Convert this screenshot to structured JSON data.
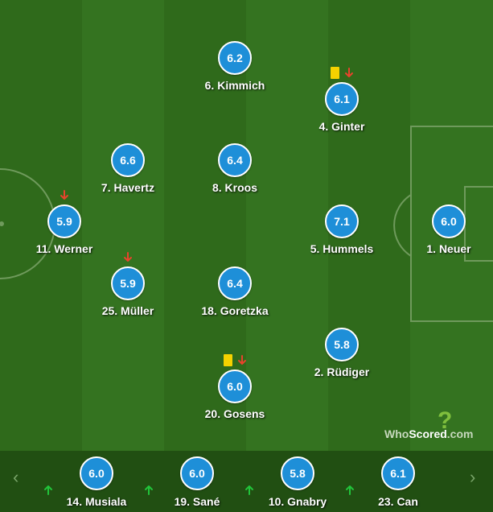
{
  "colors": {
    "pitch_dark": "#2f6a1b",
    "pitch_light": "#347320",
    "rating_bubble": "#1e8fd8",
    "yellow_card": "#f5d200",
    "sub_off_arrow": "#e8432c",
    "sub_on_arrow": "#21c43a",
    "bench_bg": "#214f12"
  },
  "players": [
    {
      "name": "6. Kimmich",
      "rating": "6.2",
      "yellow_card": false,
      "subbed_off": false
    },
    {
      "name": "4. Ginter",
      "rating": "6.1",
      "yellow_card": true,
      "subbed_off": true
    },
    {
      "name": "7. Havertz",
      "rating": "6.6",
      "yellow_card": false,
      "subbed_off": false
    },
    {
      "name": "8. Kroos",
      "rating": "6.4",
      "yellow_card": false,
      "subbed_off": false
    },
    {
      "name": "11. Werner",
      "rating": "5.9",
      "yellow_card": false,
      "subbed_off": true
    },
    {
      "name": "5. Hummels",
      "rating": "7.1",
      "yellow_card": false,
      "subbed_off": false
    },
    {
      "name": "1. Neuer",
      "rating": "6.0",
      "yellow_card": false,
      "subbed_off": false
    },
    {
      "name": "25. Müller",
      "rating": "5.9",
      "yellow_card": false,
      "subbed_off": true
    },
    {
      "name": "18. Goretzka",
      "rating": "6.4",
      "yellow_card": false,
      "subbed_off": false
    },
    {
      "name": "2. Rüdiger",
      "rating": "5.8",
      "yellow_card": false,
      "subbed_off": false
    },
    {
      "name": "20. Gosens",
      "rating": "6.0",
      "yellow_card": true,
      "subbed_off": true
    }
  ],
  "substitutes": [
    {
      "name": "14. Musiala",
      "rating": "6.0"
    },
    {
      "name": "19. Sané",
      "rating": "6.0"
    },
    {
      "name": "10. Gnabry",
      "rating": "5.8"
    },
    {
      "name": "23. Can",
      "rating": "6.1"
    }
  ],
  "icons": {
    "prev": "chevron-left-icon",
    "next": "chevron-right-icon",
    "yellow_card": "yellow-card-icon",
    "sub_off": "arrow-down-icon",
    "sub_on": "arrow-up-icon"
  },
  "nav": {
    "prev_glyph": "‹",
    "next_glyph": "›"
  },
  "logo": {
    "who": "Who",
    "scored": "Scored",
    "com": ".com"
  }
}
